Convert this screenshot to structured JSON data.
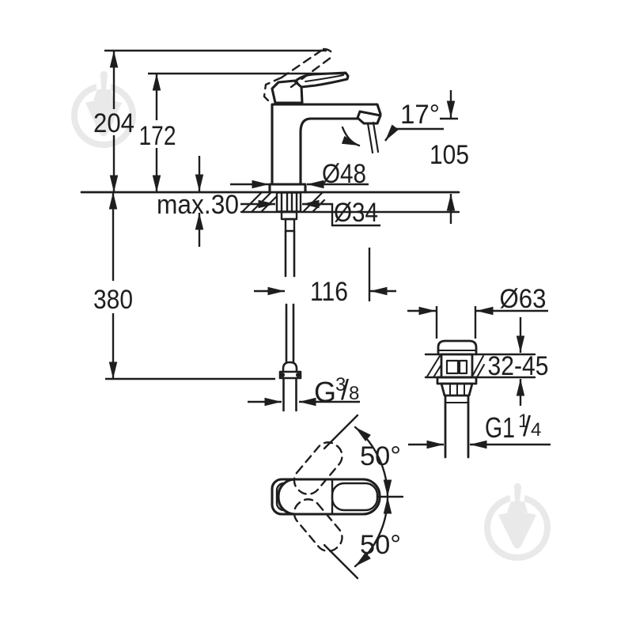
{
  "drawing": {
    "type": "technical-dimension-drawing",
    "subject": "single-lever basin mixer faucet with pop-up waste valve",
    "background_color": "#ffffff",
    "line_color": "#1e1e1e",
    "watermark": {
      "icon": "trowel-circle-icon",
      "color": "#e9e9e9",
      "count": 2
    },
    "views": {
      "front": "faucet front elevation with mounting section",
      "waste": "pop-up waste cross-section",
      "top": "handle swing top view"
    },
    "dims": {
      "overall_height": "204",
      "lever_height": "172",
      "stream_angle": "17°",
      "outlet_height": "105",
      "body_diameter": "Ø48",
      "deck_max": "max.30",
      "hole_diameter": "Ø34",
      "below_deck": "380",
      "reach": "116",
      "waste_flange": "Ø63",
      "waste_deck": "32-45",
      "swing_up": "50°",
      "swing_down": "50°",
      "supply_thread": {
        "g": "G",
        "num": "3",
        "slash": "/",
        "den": "8"
      },
      "waste_thread": {
        "g": "G1",
        "num": "1",
        "slash": "/",
        "den": "4"
      }
    }
  }
}
